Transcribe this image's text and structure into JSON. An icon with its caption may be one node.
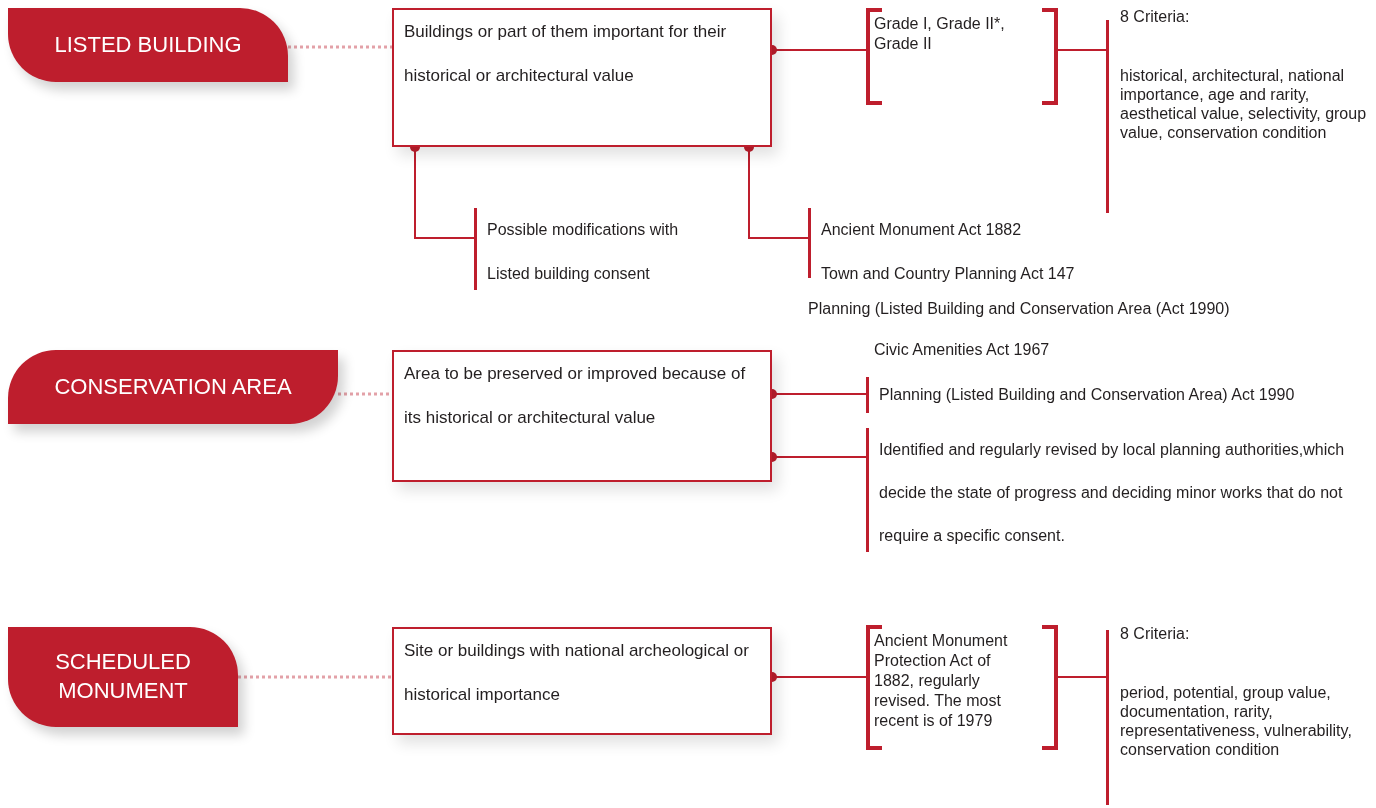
{
  "diagram": {
    "nodes": [
      {
        "text": [
          "LISTED BUILDING"
        ]
      },
      {
        "text": [
          "Buildings or part of them important for their historical or architectural value"
        ]
      },
      {
        "text": [
          "Grade I, Grade II*, Grade II"
        ]
      },
      {
        "text": [
          "8 Criteria:",
          "historical, architectural, national importance, age and rarity, aesthetical value, selectivity, group value, conservation condition"
        ]
      },
      {
        "text": [
          "Possible modifications with Listed building consent"
        ]
      },
      {
        "text": [
          "Ancient Monument Act 1882",
          "Town and Country Planning Act 147"
        ],
        "beside": [
          "Planning (Listed Building and Conservation Area (Act 1990)"
        ]
      },
      {
        "text": [
          "CONSERVATION AREA"
        ]
      },
      {
        "text": [
          "Area to be preserved or improved because of its historical or architectural value"
        ]
      },
      {
        "text": [
          "Planning (Listed Building and Conservation Area) Act 1990"
        ],
        "beside": [
          "Civic Amenities Act 1967"
        ]
      },
      {
        "text": [
          "Identified and regularly revised by local planning authorities,which decide the state of progress and deciding minor works that do not require a specific consent."
        ]
      },
      {
        "text": [
          "SCHEDULED MONUMENT"
        ]
      },
      {
        "text": [
          "Site or buildings with national archeological or historical importance"
        ]
      },
      {
        "text": [
          "Ancient Monument Protection Act of 1882, regularly revised. The most recent is of 1979"
        ]
      },
      {
        "text": [
          "8 Criteria:",
          "period, potential, group value, documentation, rarity, representativeness, vulnerability, conservation condition"
        ]
      }
    ],
    "edges": [
      {
        "from": 0,
        "to": 1,
        "arrow": "none",
        "style": "dashed",
        "color": "#e3a1a8"
      },
      {
        "from": 1,
        "to": 2,
        "arrow": "other"
      },
      {
        "from": 2,
        "to": 3,
        "arrow": "none"
      },
      {
        "from": 1,
        "to": 4,
        "arrow": "other"
      },
      {
        "from": 1,
        "to": 5,
        "arrow": "other"
      },
      {
        "from": 6,
        "to": 7,
        "arrow": "none",
        "style": "dashed",
        "color": "#e3a1a8"
      },
      {
        "from": 7,
        "to": 8,
        "arrow": "other"
      },
      {
        "from": 7,
        "to": 9,
        "arrow": "other"
      },
      {
        "from": 10,
        "to": 11,
        "arrow": "none",
        "style": "dashed",
        "color": "#e3a1a8"
      },
      {
        "from": 11,
        "to": 12,
        "arrow": "other"
      },
      {
        "from": 12,
        "to": 13,
        "arrow": "none"
      }
    ]
  }
}
